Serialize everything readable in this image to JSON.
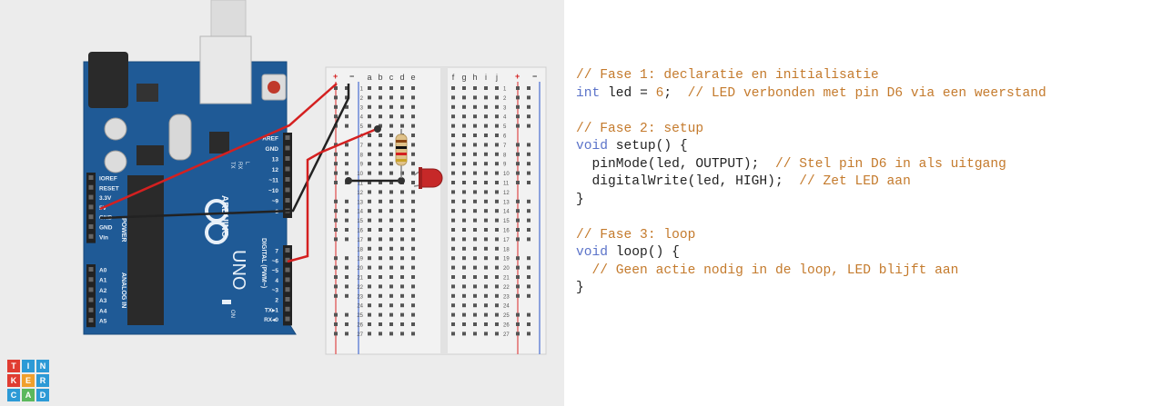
{
  "logo": {
    "letters": [
      "T",
      "I",
      "N",
      "K",
      "E",
      "R",
      "C",
      "A",
      "D"
    ],
    "colors": [
      "#e03c31",
      "#2c9ad6",
      "#2c9ad6",
      "#e03c31",
      "#f0a02c",
      "#2c9ad6",
      "#2c9ad6",
      "#5bb85c",
      "#2c9ad6"
    ]
  },
  "board": {
    "brand": "ARDUINO",
    "model": "UNO",
    "power_header_label": "POWER",
    "analog_header_label": "ANALOG IN",
    "digital_header_label": "DIGITAL (PWM~)",
    "on_label": "ON",
    "tx_rx_labels": [
      "TX",
      "RX"
    ],
    "l_label": "L",
    "power_pins": [
      "IOREF",
      "RESET",
      "3.3V",
      "5V",
      "GND",
      "GND",
      "Vin"
    ],
    "analog_pins": [
      "A0",
      "A1",
      "A2",
      "A3",
      "A4",
      "A5"
    ],
    "digital_pins_top": [
      "AREF",
      "GND",
      "13",
      "12",
      "~11",
      "~10",
      "~9",
      "8"
    ],
    "digital_pins_bottom": [
      "7",
      "~6",
      "~5",
      "4",
      "~3",
      "2",
      "TX▸1",
      "RX◂0"
    ]
  },
  "breadboard": {
    "column_letters_left": [
      "a",
      "b",
      "c",
      "d",
      "e"
    ],
    "column_letters_right": [
      "f",
      "g",
      "h",
      "i",
      "j"
    ],
    "rail_plus": "+",
    "rail_minus": "−",
    "row_numbers": [
      "1",
      "2",
      "3",
      "4",
      "5",
      "6",
      "7",
      "8",
      "9",
      "10",
      "11",
      "12",
      "13",
      "14",
      "15",
      "16",
      "17",
      "18",
      "19",
      "20",
      "21",
      "22",
      "23",
      "24",
      "25",
      "26",
      "27"
    ]
  },
  "colors": {
    "wire_red": "#d42020",
    "wire_black": "#222222",
    "board_blue": "#1f5a96",
    "led_red": "#c62828"
  },
  "code": {
    "lines": [
      [
        {
          "t": "// Fase 1: declaratie en initialisatie",
          "c": "cm"
        }
      ],
      [
        {
          "t": "int",
          "c": "kw"
        },
        {
          "t": " led = ",
          "c": "pl"
        },
        {
          "t": "6",
          "c": "num"
        },
        {
          "t": ";  ",
          "c": "pl"
        },
        {
          "t": "// LED verbonden met pin D6 via een weerstand",
          "c": "cm"
        }
      ],
      [],
      [
        {
          "t": "// Fase 2: setup",
          "c": "cm"
        }
      ],
      [
        {
          "t": "void",
          "c": "kw"
        },
        {
          "t": " setup() {",
          "c": "pl"
        }
      ],
      [
        {
          "t": "  pinMode(led, OUTPUT);  ",
          "c": "pl"
        },
        {
          "t": "// Stel pin D6 in als uitgang",
          "c": "cm"
        }
      ],
      [
        {
          "t": "  digitalWrite(led, HIGH);  ",
          "c": "pl"
        },
        {
          "t": "// Zet LED aan",
          "c": "cm"
        }
      ],
      [
        {
          "t": "}",
          "c": "pl"
        }
      ],
      [],
      [
        {
          "t": "// Fase 3: loop",
          "c": "cm"
        }
      ],
      [
        {
          "t": "void",
          "c": "kw"
        },
        {
          "t": " loop() {",
          "c": "pl"
        }
      ],
      [
        {
          "t": "  ",
          "c": "pl"
        },
        {
          "t": "// Geen actie nodig in de loop, LED blijft aan",
          "c": "cm"
        }
      ],
      [
        {
          "t": "}",
          "c": "pl"
        }
      ]
    ]
  }
}
